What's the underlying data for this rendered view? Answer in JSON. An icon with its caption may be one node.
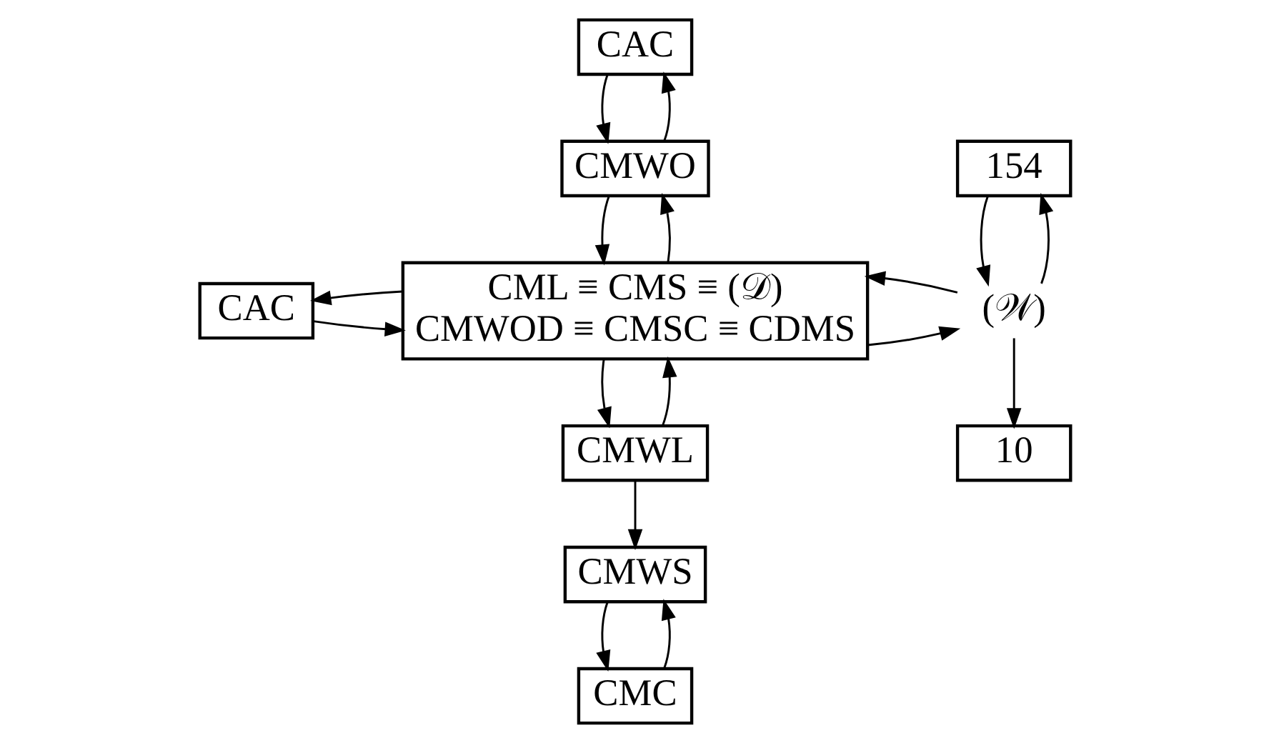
{
  "diagram": {
    "nodes": [
      {
        "text": [
          "CAC"
        ]
      },
      {
        "text": [
          "CMWO"
        ]
      },
      {
        "text": [
          "CAC"
        ]
      },
      {
        "text": [
          "CML ≡ CMS ≡ (𝒟)",
          "CMWOD ≡ CMSC ≡ CDMS"
        ]
      },
      {
        "text": [
          "154"
        ]
      },
      {
        "text": [
          "(𝒲)"
        ]
      },
      {
        "text": [
          "CMWL"
        ]
      },
      {
        "text": [
          "10"
        ]
      },
      {
        "text": [
          "CMWS"
        ]
      },
      {
        "text": [
          "CMC"
        ]
      }
    ],
    "edges": [
      {
        "from": 0,
        "to": 1,
        "arrow": "to"
      },
      {
        "from": 1,
        "to": 0,
        "arrow": "to"
      },
      {
        "from": 1,
        "to": 3,
        "arrow": "to"
      },
      {
        "from": 3,
        "to": 1,
        "arrow": "to"
      },
      {
        "from": 2,
        "to": 3,
        "arrow": "to"
      },
      {
        "from": 3,
        "to": 2,
        "arrow": "to"
      },
      {
        "from": 3,
        "to": 5,
        "arrow": "to"
      },
      {
        "from": 5,
        "to": 3,
        "arrow": "to"
      },
      {
        "from": 4,
        "to": 5,
        "arrow": "to"
      },
      {
        "from": 5,
        "to": 4,
        "arrow": "to"
      },
      {
        "from": 5,
        "to": 7,
        "arrow": "to"
      },
      {
        "from": 3,
        "to": 6,
        "arrow": "to"
      },
      {
        "from": 6,
        "to": 3,
        "arrow": "to"
      },
      {
        "from": 6,
        "to": 8,
        "arrow": "to"
      },
      {
        "from": 9,
        "to": 8,
        "arrow": "to"
      },
      {
        "from": 8,
        "to": 9,
        "arrow": "to"
      }
    ]
  }
}
